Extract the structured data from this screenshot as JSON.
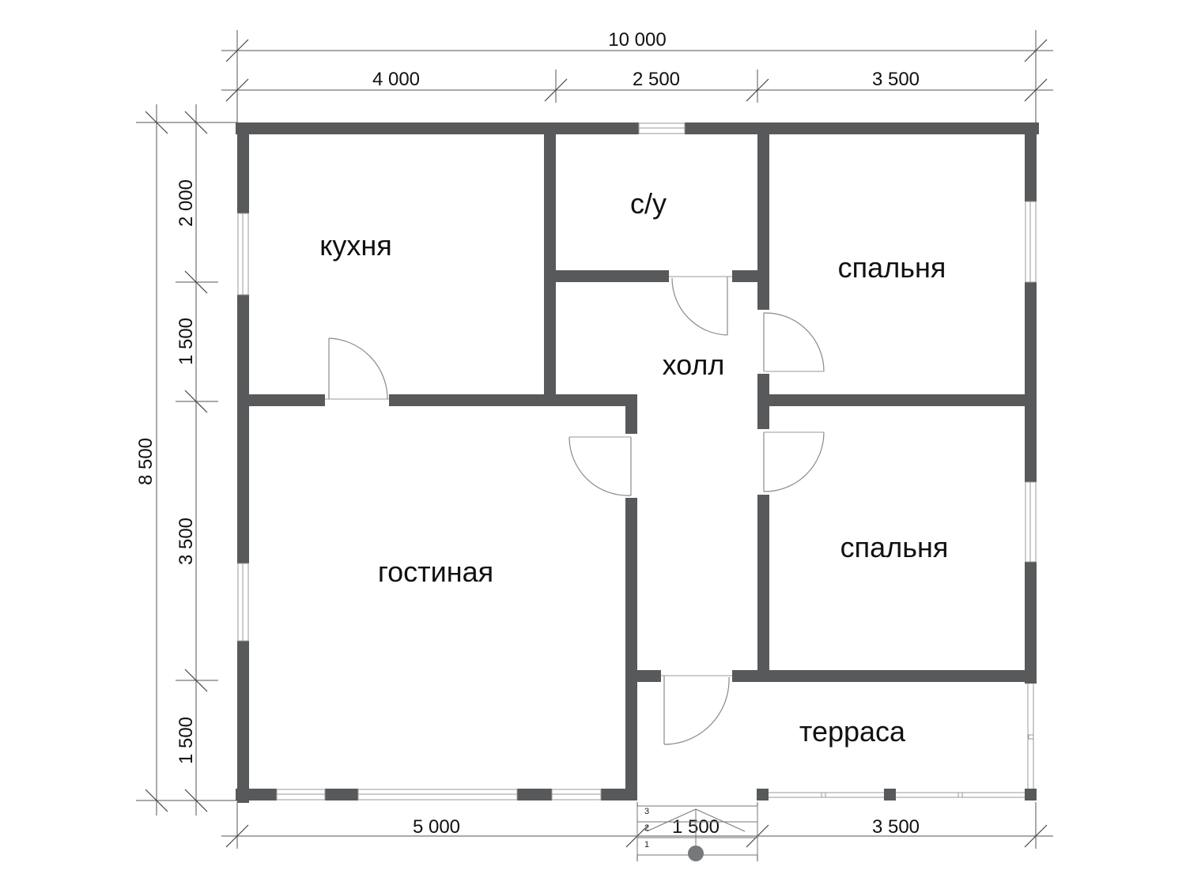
{
  "dimensions": {
    "top_total": "10 000",
    "top_segments": [
      "4 000",
      "2 500",
      "3 500"
    ],
    "left_total": "8 500",
    "left_segments": [
      "2 000",
      "1 500",
      "3 500",
      "1 500"
    ],
    "bottom_segments": [
      "5 000",
      "1 500",
      "3 500"
    ]
  },
  "rooms": {
    "kitchen": "кухня",
    "bathroom": "с/у",
    "hall": "холл",
    "bedroom_1": "спальня",
    "bedroom_2": "спальня",
    "living_room": "гостиная",
    "terrace": "терраса"
  },
  "stairs": {
    "step_numbers": [
      "3",
      "2",
      "1"
    ]
  },
  "colors": {
    "wall": "#58595b",
    "dimension_line": "#555555",
    "text": "#111111"
  }
}
